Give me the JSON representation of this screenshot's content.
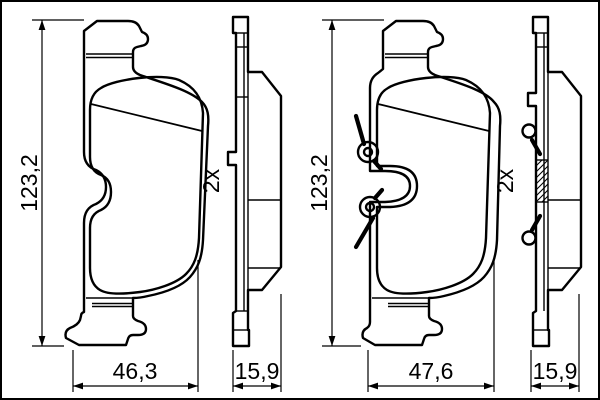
{
  "drawing": {
    "background": "#ffffff",
    "line_color": "#000000",
    "type": "brake-pad-technical-drawing"
  },
  "labels": {
    "left_height": "123,2",
    "left_width": "46,3",
    "left_thickness": "15,9",
    "left_quantity": "2x",
    "right_height": "123,2",
    "right_width": "47,6",
    "right_thickness": "15,9",
    "right_quantity": "2x"
  }
}
